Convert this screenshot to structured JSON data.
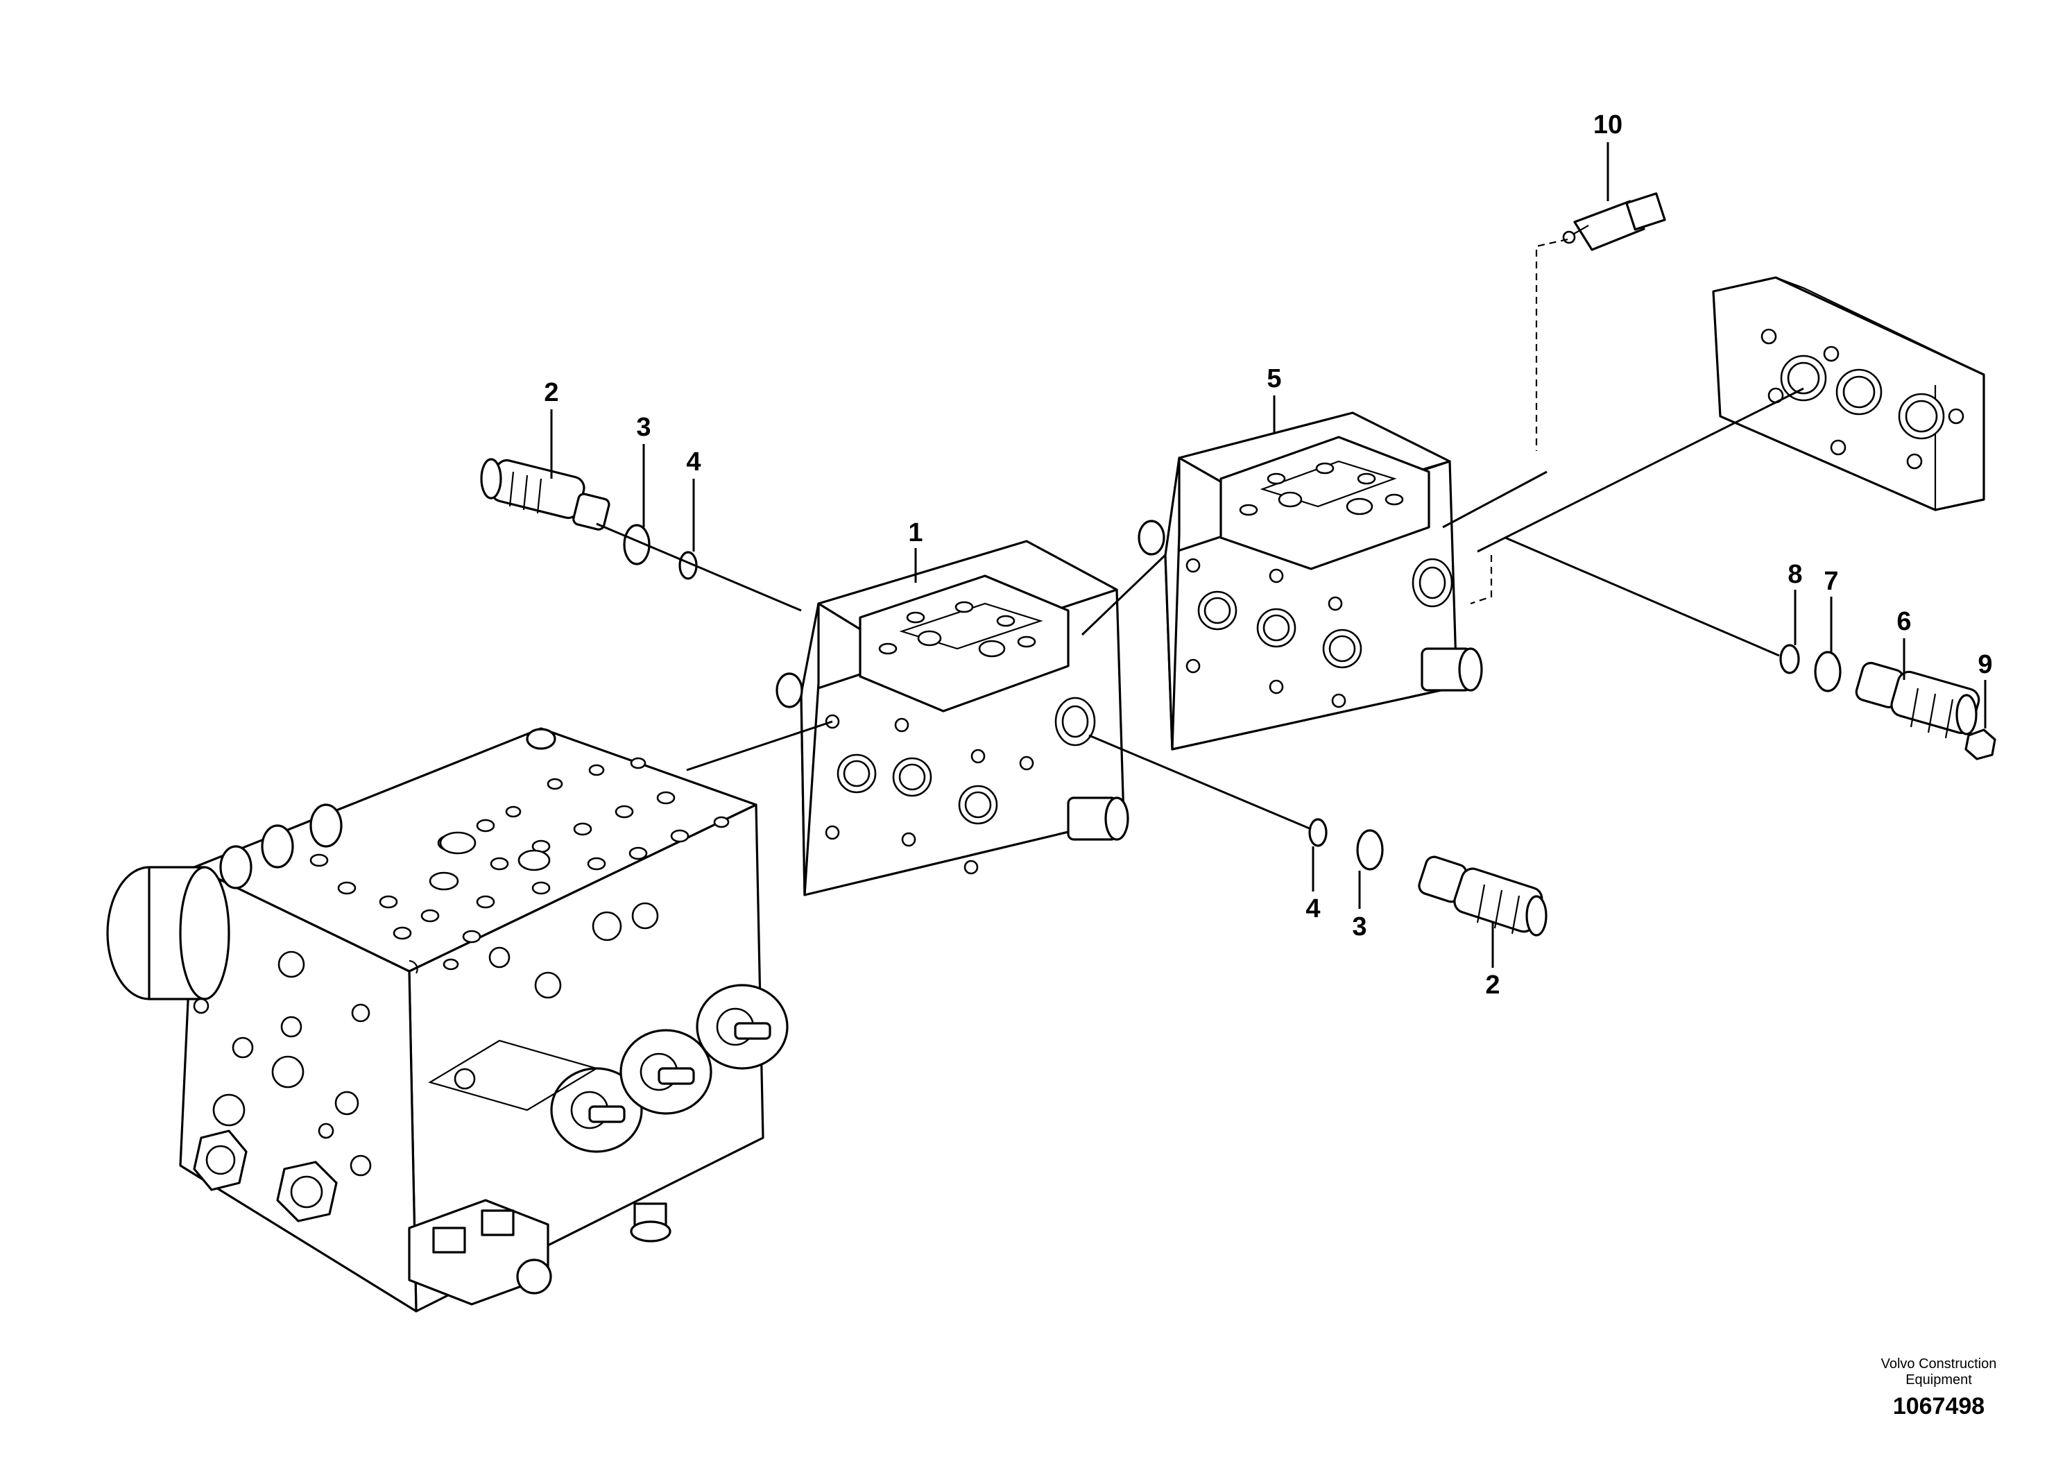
{
  "callouts": {
    "c10": "10",
    "c2a": "2",
    "c3a": "3",
    "c4a": "4",
    "c1": "1",
    "c5": "5",
    "c8": "8",
    "c7": "7",
    "c6": "6",
    "c9": "9",
    "c4b": "4",
    "c3b": "3",
    "c2b": "2"
  },
  "footer": {
    "brand_line1": "Volvo Construction",
    "brand_line2": "Equipment",
    "drawing_number": "1067498"
  }
}
